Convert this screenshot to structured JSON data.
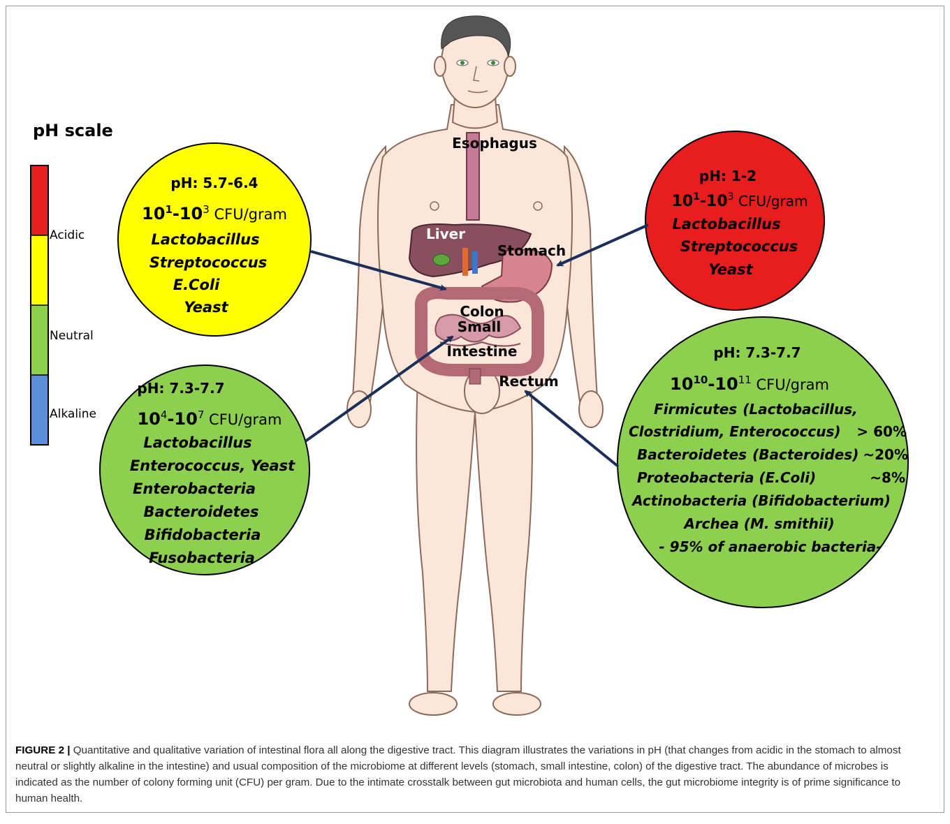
{
  "ph_scale": {
    "title": "pH scale",
    "labels": {
      "acidic": "Acidic",
      "neutral": "Neutral",
      "alkaline": "Alkaline"
    },
    "colors": {
      "red": "#e81d1d",
      "yellow": "#ffff00",
      "green": "#8dcf4f",
      "blue": "#5b8fd9"
    }
  },
  "organs": {
    "esophagus": "Esophagus",
    "liver": "Liver",
    "stomach": "Stomach",
    "colon": "Colon",
    "small": "Small",
    "intestine": "Intestine",
    "rectum": "Rectum"
  },
  "bubbles": {
    "yellow": {
      "ph": "pH: 5.7-6.4",
      "cfu": {
        "base1": "10",
        "exp1": "1",
        "dash": "-",
        "base2": "10",
        "exp2": "3",
        "unit": " CFU/gram"
      },
      "species": [
        "Lactobacillus",
        "Streptococcus",
        "E.Coli",
        "Yeast"
      ]
    },
    "red": {
      "ph": "pH: 1-2",
      "cfu": {
        "base1": "10",
        "exp1": "1",
        "dash": "-",
        "base2": "10",
        "exp2": "3",
        "unit": " CFU/gram"
      },
      "species": [
        "Lactobacillus",
        "Streptococcus",
        "Yeast"
      ]
    },
    "green_left": {
      "ph": "pH: 7.3-7.7",
      "cfu": {
        "base1": "10",
        "exp1": "4",
        "dash": "-",
        "base2": "10",
        "exp2": "7",
        "unit": " CFU/gram"
      },
      "species": [
        "Lactobacillus",
        "Enterococcus, Yeast",
        "Enterobacteria",
        "Bacteroidetes",
        "Bifidobacteria",
        "Fusobacteria"
      ]
    },
    "green_right": {
      "ph": "pH: 7.3-7.7",
      "cfu": {
        "base1": "10",
        "exp1": "10",
        "dash": "-",
        "base2": "10",
        "exp2": "11",
        "unit": " CFU/gram"
      },
      "lines": [
        {
          "name": "Firmicutes",
          "detail": "(Lactobacillus,"
        },
        {
          "name": "Clostridium, Enterococcus)",
          "pct": "> 60%"
        },
        {
          "name": "Bacteroidetes",
          "detail": "(Bacteroides)",
          "pct": "~20%"
        },
        {
          "name": "Proteobacteria (E.Coli)",
          "pct": "~8%"
        },
        {
          "name": "Actinobacteria (Bifidobacterium)"
        },
        {
          "name": "Archea (M. smithii)"
        },
        {
          "name": "- 95% of anaerobic bacteria-"
        }
      ]
    }
  },
  "caption": {
    "label": "FIGURE 2 |",
    "text": " Quantitative and qualitative variation of intestinal flora all along the digestive tract. This diagram illustrates the variations in pH (that changes from acidic in the stomach to almost neutral or slightly alkaline in the intestine) and usual composition of the microbiome at different levels (stomach, small intestine, colon) of the digestive tract. The abundance of microbes is indicated as the number of colony forming unit (CFU) per gram. Due to the intimate crosstalk between gut microbiota and human cells, the gut microbiome integrity is of prime significance to human health."
  }
}
